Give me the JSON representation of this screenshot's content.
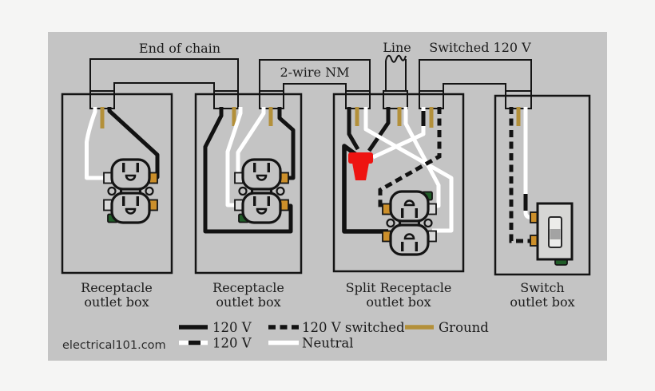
{
  "top_labels": {
    "end_of_chain": "End of chain",
    "two_wire_nm": "2-wire NM",
    "line": "Line",
    "switched": "Switched 120 V"
  },
  "boxes": [
    {
      "line1": "Receptacle",
      "line2": "outlet box"
    },
    {
      "line1": "Receptacle",
      "line2": "outlet box"
    },
    {
      "line1": "Split Receptacle",
      "line2": "outlet box"
    },
    {
      "line1": "Switch",
      "line2": "outlet box"
    }
  ],
  "legend": {
    "items": [
      {
        "swatch": "solid-black-line",
        "label": "120 V"
      },
      {
        "swatch": "white-line-black-marked",
        "label": "120 V"
      },
      {
        "swatch": "dashed-black-line",
        "label": "120 V switched"
      },
      {
        "swatch": "solid-white-line",
        "label": "Neutral"
      },
      {
        "swatch": "solid-gold-line",
        "label": "Ground"
      }
    ]
  },
  "watermark": "electrical101.com",
  "colors": {
    "page_background": "#f5f5f4",
    "panel_gray": "#c4c4c4",
    "hot_black": "#121212",
    "neutral_white": "#ffffff",
    "ground_gold": "#b3903a",
    "wire_nut_red": "#ee1411",
    "brass_terminal": "#cd922c",
    "brass": "#cc8f2a",
    "silver_terminal": "#d9d9d9",
    "ground_screw_green": "#205c28",
    "switch_body": "#d6d6d4",
    "toggle_gray": "#a3a3a3"
  }
}
